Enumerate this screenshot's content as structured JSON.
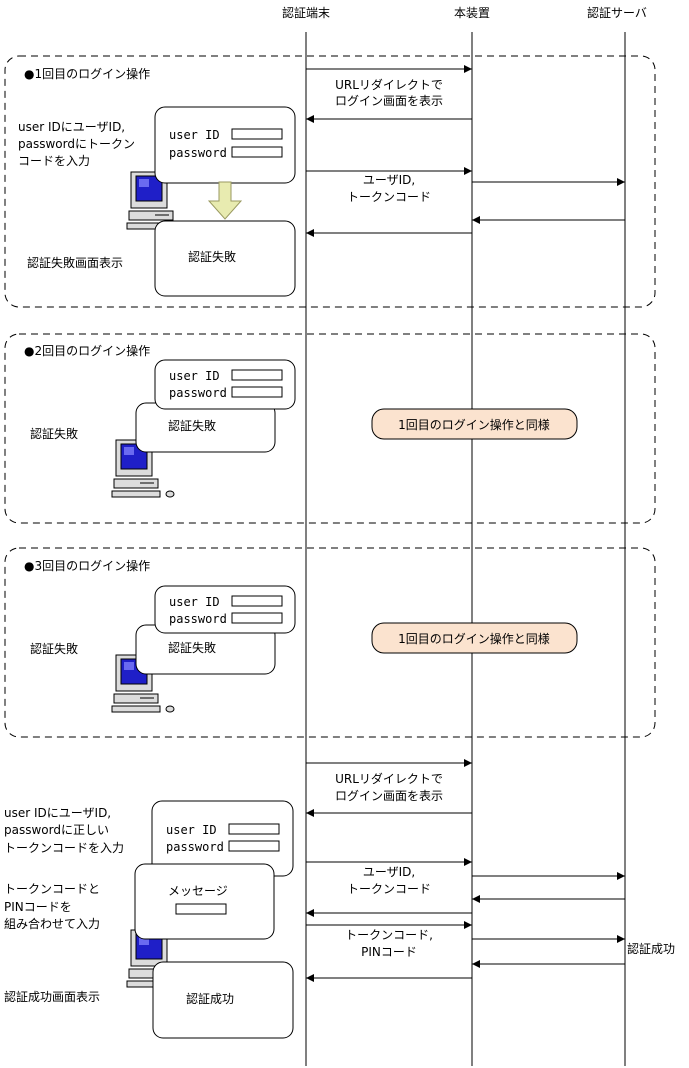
{
  "columns": {
    "terminal": "認証端末",
    "device": "本装置",
    "server": "認証サーバ"
  },
  "section1": {
    "title": "●1回目のログイン操作",
    "msg_redirect_l1": "URLリダイレクトで",
    "msg_redirect_l2": "ログイン画面を表示",
    "instr_l1": "user IDにユーザID,",
    "instr_l2": "passwordにトークン",
    "instr_l3": "コードを入力",
    "msg_userid_l1": "ユーザID,",
    "msg_userid_l2": "トークンコード",
    "fail_label": "認証失敗画面表示",
    "fail_screen": "認証失敗"
  },
  "login_form": {
    "user_label": "user ID",
    "pass_label": "password"
  },
  "section2": {
    "title": "●2回目のログイン操作",
    "fail_label": "認証失敗",
    "fail_screen": "認証失敗",
    "same_as_first": "1回目のログイン操作と同様"
  },
  "section3": {
    "title": "●3回目のログイン操作",
    "fail_label": "認証失敗",
    "fail_screen": "認証失敗",
    "same_as_first": "1回目のログイン操作と同様"
  },
  "section4": {
    "msg_redirect_l1": "URLリダイレクトで",
    "msg_redirect_l2": "ログイン画面を表示",
    "instr_l1": "user IDにユーザID,",
    "instr_l2": "passwordに正しい",
    "instr_l3": "トークンコードを入力",
    "msg_userid_l1": "ユーザID,",
    "msg_userid_l2": "トークンコード",
    "pin_instr_l1": "トークンコードと",
    "pin_instr_l2": "PINコードを",
    "pin_instr_l3": "組み合わせて入力",
    "message_screen": "メッセージ",
    "msg_pin_l1": "トークンコード,",
    "msg_pin_l2": "PINコード",
    "success": "認証成功",
    "success_label": "認証成功画面表示",
    "success_screen": "認証成功"
  },
  "colors": {
    "arrow_fill": "#e8ebb0",
    "note_fill": "#fbe3cf",
    "monitor_blue": "#1f1fc8"
  }
}
